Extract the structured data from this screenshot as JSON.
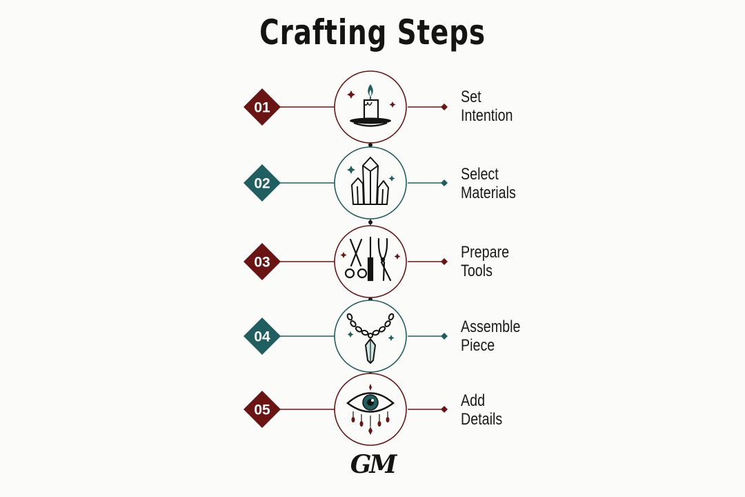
{
  "title": "Crafting Steps",
  "colors": {
    "maroon": "#6b1414",
    "teal": "#1f5f5f",
    "ink": "#141414"
  },
  "steps": [
    {
      "number": "01",
      "line1": "Set",
      "line2": "Intention",
      "icon": "candle-icon",
      "color": "maroon"
    },
    {
      "number": "02",
      "line1": "Select",
      "line2": "Materials",
      "icon": "crystal-icon",
      "color": "teal"
    },
    {
      "number": "03",
      "line1": "Prepare",
      "line2": "Tools",
      "icon": "tools-icon",
      "color": "maroon"
    },
    {
      "number": "04",
      "line1": "Assemble",
      "line2": "Piece",
      "icon": "necklace-icon",
      "color": "teal"
    },
    {
      "number": "05",
      "line1": "Add",
      "line2": "Details",
      "icon": "eye-icon",
      "color": "maroon"
    }
  ]
}
